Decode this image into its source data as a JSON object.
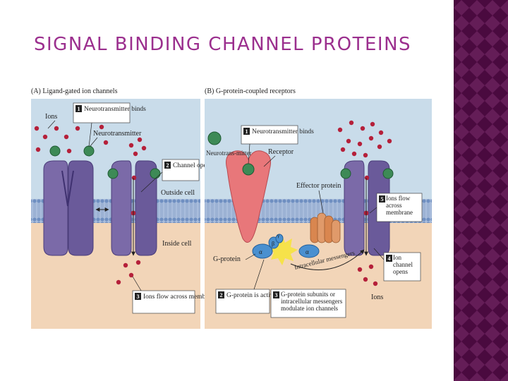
{
  "slide": {
    "title": "SIGNAL BINDING CHANNEL PROTEINS"
  },
  "colors": {
    "title": "#9b2f8e",
    "band_dark": "#4a0a3f",
    "band_light": "#7a2c6c",
    "outside_cell": "#c9dcea",
    "inside_cell": "#f2d5b8",
    "membrane": "#8aa6cf",
    "channel": "#7b6aa8",
    "neurotransmitter": "#3d8a56",
    "ion": "#b5203a",
    "receptor": "#e8777a",
    "g_protein": "#4a90d0",
    "effector": "#e09a6a"
  },
  "panel_a": {
    "header": "(A) Ligand-gated ion channels",
    "labels": {
      "ions": "Ions",
      "neurotransmitter": "Neurotransmitter",
      "outside_cell": "Outside cell",
      "inside_cell": "Inside cell"
    },
    "steps": [
      {
        "num": "1",
        "text": "Neurotransmitter binds"
      },
      {
        "num": "2",
        "text": "Channel opens"
      },
      {
        "num": "3",
        "text": "Ions flow across membrane"
      }
    ]
  },
  "panel_b": {
    "header": "(B) G-protein-coupled receptors",
    "labels": {
      "neurotransmitter": "Neurotrans-mitter",
      "receptor": "Receptor",
      "effector_protein": "Effector protein",
      "g_protein": "G-protein",
      "intracellular_messengers": "Intracellular messengers",
      "ions": "Ions",
      "alpha": "α",
      "beta": "β",
      "gamma": "γ"
    },
    "steps": [
      {
        "num": "1",
        "text": "Neurotransmitter binds"
      },
      {
        "num": "2",
        "text": "G-protein is activated"
      },
      {
        "num": "3",
        "text": "G-protein subunits or intracellular messengers modulate ion channels"
      },
      {
        "num": "4",
        "text": "Ion channel opens"
      },
      {
        "num": "5",
        "text": "Ions flow across membrane"
      }
    ]
  }
}
